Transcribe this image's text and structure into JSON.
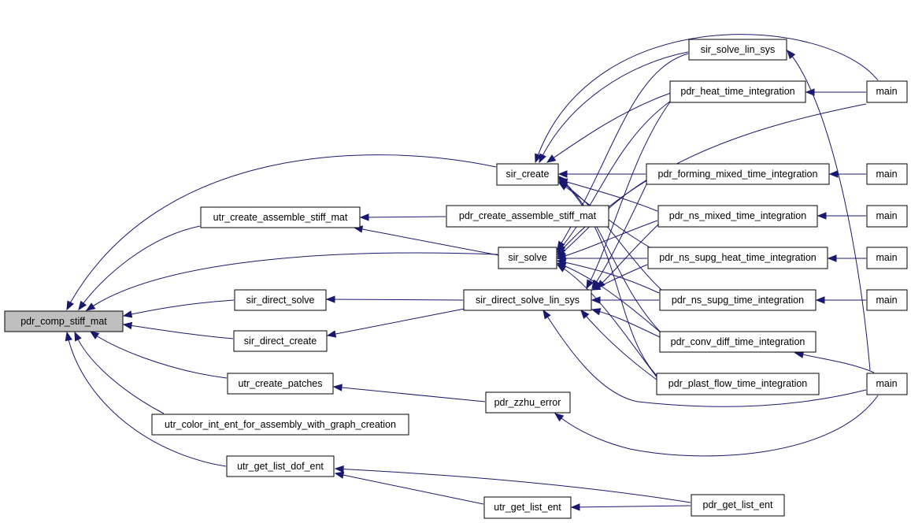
{
  "colors": {
    "edge": "#191970",
    "root_fill": "#bfbfbf",
    "node_fill": "#ffffff",
    "node_stroke": "#000000"
  },
  "nodes": {
    "root": "pdr_comp_stiff_mat",
    "sir_create": "sir_create",
    "utr_create_assemble_stiff_mat": "utr_create_assemble_stiff_mat",
    "sir_solve": "sir_solve",
    "sir_direct_solve": "sir_direct_solve",
    "sir_direct_create": "sir_direct_create",
    "utr_create_patches": "utr_create_patches",
    "utr_color": "utr_color_int_ent_for_assembly_with_graph_creation",
    "utr_get_list_dof_ent": "utr_get_list_dof_ent",
    "pdr_create_assemble_stiff_mat": "pdr_create_assemble_stiff_mat",
    "sir_direct_solve_lin_sys": "sir_direct_solve_lin_sys",
    "pdr_zzhu_error": "pdr_zzhu_error",
    "utr_get_list_ent": "utr_get_list_ent",
    "sir_solve_lin_sys": "sir_solve_lin_sys",
    "pdr_heat": "pdr_heat_time_integration",
    "pdr_forming": "pdr_forming_mixed_time_integration",
    "pdr_ns_mixed": "pdr_ns_mixed_time_integration",
    "pdr_ns_supg_heat": "pdr_ns_supg_heat_time_integration",
    "pdr_ns_supg": "pdr_ns_supg_time_integration",
    "pdr_conv_diff": "pdr_conv_diff_time_integration",
    "pdr_plast": "pdr_plast_flow_time_integration",
    "pdr_get_list_ent": "pdr_get_list_ent",
    "main_1": "main",
    "main_2": "main",
    "main_3": "main",
    "main_4": "main",
    "main_5": "main",
    "main_6": "main"
  }
}
